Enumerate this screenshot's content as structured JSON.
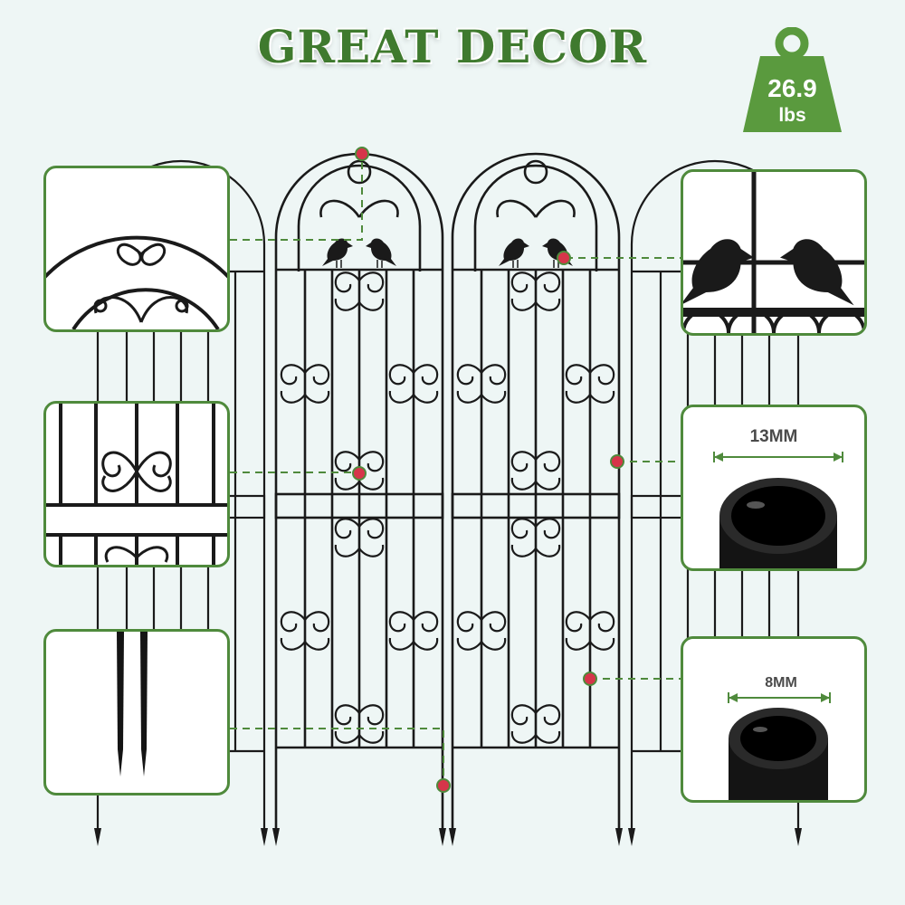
{
  "title": "GREAT DECOR",
  "weight_badge": {
    "value": "26.9",
    "unit": "lbs"
  },
  "callouts": {
    "top_left": {
      "icon": "scroll-arch-detail-icon"
    },
    "top_right": {
      "icon": "bird-ornament-detail-icon"
    },
    "mid_left": {
      "icon": "crossbar-scroll-detail-icon"
    },
    "mid_right": {
      "icon": "large-tube-icon",
      "dimension": "13MM"
    },
    "bottom_left": {
      "icon": "ground-stake-icon"
    },
    "bottom_right": {
      "icon": "small-tube-icon",
      "dimension": "8MM"
    }
  },
  "colors": {
    "background": "#eef6f5",
    "accent_green": "#4f8a3c",
    "title_green": "#3f7a2e",
    "metal": "#1a1a1a",
    "marker_red": "#d6354a"
  }
}
